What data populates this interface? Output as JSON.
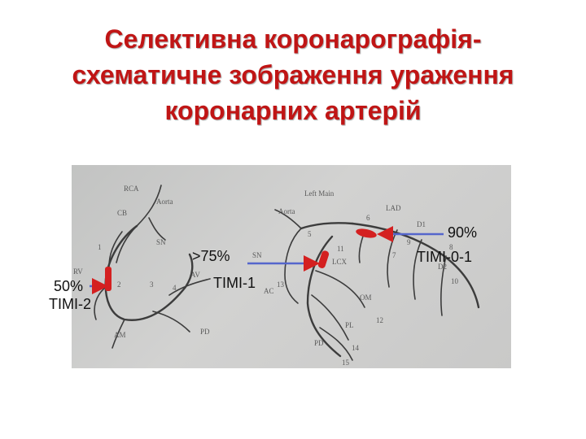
{
  "title": {
    "line1": "Селективна коронарографія-",
    "line2": "схематичне зображення ураження",
    "line3": "коронарних артерій"
  },
  "diagram_labels": {
    "rca": "RCA",
    "aorta_left": "Aorta",
    "cb": "CB",
    "sn": "SN",
    "rv": "RV",
    "av": "AV",
    "am": "AM",
    "pd_right": "PD",
    "pd_left": "PD",
    "left_main": "Left Main",
    "aorta_right": "Aorta",
    "lad": "LAD",
    "d1": "D1",
    "d2": "D2",
    "sn_left": "SN",
    "lcx": "LCX",
    "om": "OM",
    "pl": "PL",
    "ac": "AC",
    "n1": "1",
    "n2": "2",
    "n3": "3",
    "n4": "4",
    "n5": "5",
    "n6": "6",
    "n7": "7",
    "n8": "8",
    "n9": "9",
    "n10": "10",
    "n11": "11",
    "n12": "12",
    "n13": "13",
    "n14": "14",
    "n15": "15"
  },
  "annotations": {
    "lesion_rca_percent": "50%",
    "lesion_rca_timi": "TIMI-2",
    "lesion_lcx_percent": ">75%",
    "lesion_lcx_timi": "TIMI-1",
    "lesion_lad_percent": "90%",
    "lesion_lad_timi": "TIMI-0-1"
  },
  "colors": {
    "title": "#c01515",
    "lesion": "#d42020",
    "arrow": "#5566cc"
  }
}
